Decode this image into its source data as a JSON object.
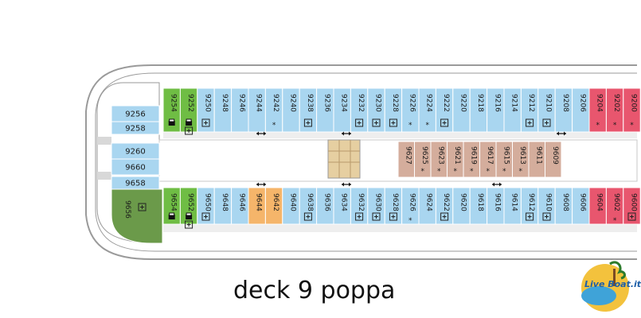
{
  "caption": "deck 9 poppa",
  "logo": {
    "text": "Live Boat.it"
  },
  "colors": {
    "hull_line": "#9a9a9a",
    "inside": "#a9d6f0",
    "balcony": "#a9d6f0",
    "suite_green": "#6fbd44",
    "aft_suite": "#6b9a4a",
    "orange": "#f5b56a",
    "pink": "#e8566e",
    "brown": "#d4ad9c",
    "stairs": "#e6cfa1",
    "corridor": "#ffffff",
    "grey_strip": "#e6e6e6"
  },
  "cabins": {
    "top_row": [
      {
        "no": "9254",
        "type": "suite_green",
        "icons": [
          "bed"
        ]
      },
      {
        "no": "9252",
        "type": "suite_green",
        "icons": [
          "bed",
          "bunk"
        ]
      },
      {
        "no": "9250",
        "type": "balcony",
        "icons": [
          "bunk"
        ]
      },
      {
        "no": "9248",
        "type": "balcony",
        "icons": []
      },
      {
        "no": "9246",
        "type": "balcony",
        "icons": []
      },
      {
        "no": "9244",
        "type": "balcony",
        "icons": []
      },
      {
        "no": "9242",
        "type": "balcony",
        "icons": [
          "star"
        ]
      },
      {
        "no": "9240",
        "type": "balcony",
        "icons": []
      },
      {
        "no": "9238",
        "type": "balcony",
        "icons": [
          "bunk"
        ]
      },
      {
        "no": "9236",
        "type": "balcony",
        "icons": []
      },
      {
        "no": "9234",
        "type": "balcony",
        "icons": []
      },
      {
        "no": "9232",
        "type": "balcony",
        "icons": [
          "bunk"
        ]
      },
      {
        "no": "9230",
        "type": "balcony",
        "icons": [
          "bunk"
        ]
      },
      {
        "no": "9228",
        "type": "balcony",
        "icons": [
          "bunk"
        ]
      },
      {
        "no": "9226",
        "type": "balcony",
        "icons": [
          "star"
        ]
      },
      {
        "no": "9224",
        "type": "balcony",
        "icons": [
          "star"
        ]
      },
      {
        "no": "9222",
        "type": "balcony",
        "icons": [
          "bunk"
        ]
      },
      {
        "no": "9220",
        "type": "balcony",
        "icons": []
      },
      {
        "no": "9218",
        "type": "balcony",
        "icons": []
      },
      {
        "no": "9216",
        "type": "balcony",
        "icons": []
      },
      {
        "no": "9214",
        "type": "balcony",
        "icons": []
      },
      {
        "no": "9212",
        "type": "balcony",
        "icons": [
          "bunk"
        ]
      },
      {
        "no": "9210",
        "type": "balcony",
        "icons": [
          "bunk"
        ]
      },
      {
        "no": "9208",
        "type": "balcony",
        "icons": []
      },
      {
        "no": "9206",
        "type": "balcony",
        "icons": []
      },
      {
        "no": "9204",
        "type": "pink",
        "icons": [
          "star"
        ]
      },
      {
        "no": "9202",
        "type": "pink",
        "icons": [
          "star"
        ]
      },
      {
        "no": "9200",
        "type": "pink",
        "icons": [
          "star"
        ]
      }
    ],
    "bottom_row": [
      {
        "no": "9654",
        "type": "suite_green",
        "icons": [
          "bed"
        ]
      },
      {
        "no": "9652",
        "type": "suite_green",
        "icons": [
          "bed",
          "bunk"
        ]
      },
      {
        "no": "9650",
        "type": "balcony",
        "icons": [
          "bunk"
        ]
      },
      {
        "no": "9648",
        "type": "balcony",
        "icons": []
      },
      {
        "no": "9646",
        "type": "balcony",
        "icons": []
      },
      {
        "no": "9644",
        "type": "orange",
        "icons": []
      },
      {
        "no": "9642",
        "type": "orange",
        "icons": []
      },
      {
        "no": "9640",
        "type": "balcony",
        "icons": []
      },
      {
        "no": "9638",
        "type": "balcony",
        "icons": [
          "bunk"
        ]
      },
      {
        "no": "9636",
        "type": "balcony",
        "icons": []
      },
      {
        "no": "9634",
        "type": "balcony",
        "icons": []
      },
      {
        "no": "9632",
        "type": "balcony",
        "icons": [
          "bunk"
        ]
      },
      {
        "no": "9630",
        "type": "balcony",
        "icons": [
          "bunk"
        ]
      },
      {
        "no": "9628",
        "type": "balcony",
        "icons": [
          "bunk"
        ]
      },
      {
        "no": "9626",
        "type": "balcony",
        "icons": [
          "star"
        ]
      },
      {
        "no": "9624",
        "type": "balcony",
        "icons": []
      },
      {
        "no": "9622",
        "type": "balcony",
        "icons": [
          "bunk"
        ]
      },
      {
        "no": "9620",
        "type": "balcony",
        "icons": []
      },
      {
        "no": "9618",
        "type": "balcony",
        "icons": []
      },
      {
        "no": "9616",
        "type": "balcony",
        "icons": []
      },
      {
        "no": "9614",
        "type": "balcony",
        "icons": []
      },
      {
        "no": "9612",
        "type": "balcony",
        "icons": [
          "bunk"
        ]
      },
      {
        "no": "9610",
        "type": "balcony",
        "icons": [
          "bunk"
        ]
      },
      {
        "no": "9608",
        "type": "balcony",
        "icons": []
      },
      {
        "no": "9606",
        "type": "balcony",
        "icons": []
      },
      {
        "no": "9604",
        "type": "pink",
        "icons": []
      },
      {
        "no": "9602",
        "type": "pink",
        "icons": [
          "star"
        ]
      },
      {
        "no": "9600",
        "type": "pink",
        "icons": [
          "bunk"
        ]
      }
    ],
    "aft_left": [
      {
        "no": "9256",
        "type": "inside"
      },
      {
        "no": "9258",
        "type": "inside"
      },
      {
        "no": "9260",
        "type": "inside"
      },
      {
        "no": "9660",
        "type": "inside"
      },
      {
        "no": "9658",
        "type": "inside"
      }
    ],
    "aft_suite": {
      "no": "9656",
      "type": "aft_suite",
      "icons": [
        "bunk"
      ]
    },
    "center": [
      {
        "no": "9627",
        "icons": []
      },
      {
        "no": "9625",
        "icons": [
          "star"
        ]
      },
      {
        "no": "9623",
        "icons": [
          "star"
        ]
      },
      {
        "no": "9621",
        "icons": [
          "star"
        ]
      },
      {
        "no": "9619",
        "icons": [
          "star"
        ]
      },
      {
        "no": "9617",
        "icons": [
          "star"
        ]
      },
      {
        "no": "9615",
        "icons": [
          "star"
        ]
      },
      {
        "no": "9613",
        "icons": [
          "star"
        ]
      },
      {
        "no": "9611",
        "icons": []
      },
      {
        "no": "9609",
        "icons": []
      }
    ]
  }
}
